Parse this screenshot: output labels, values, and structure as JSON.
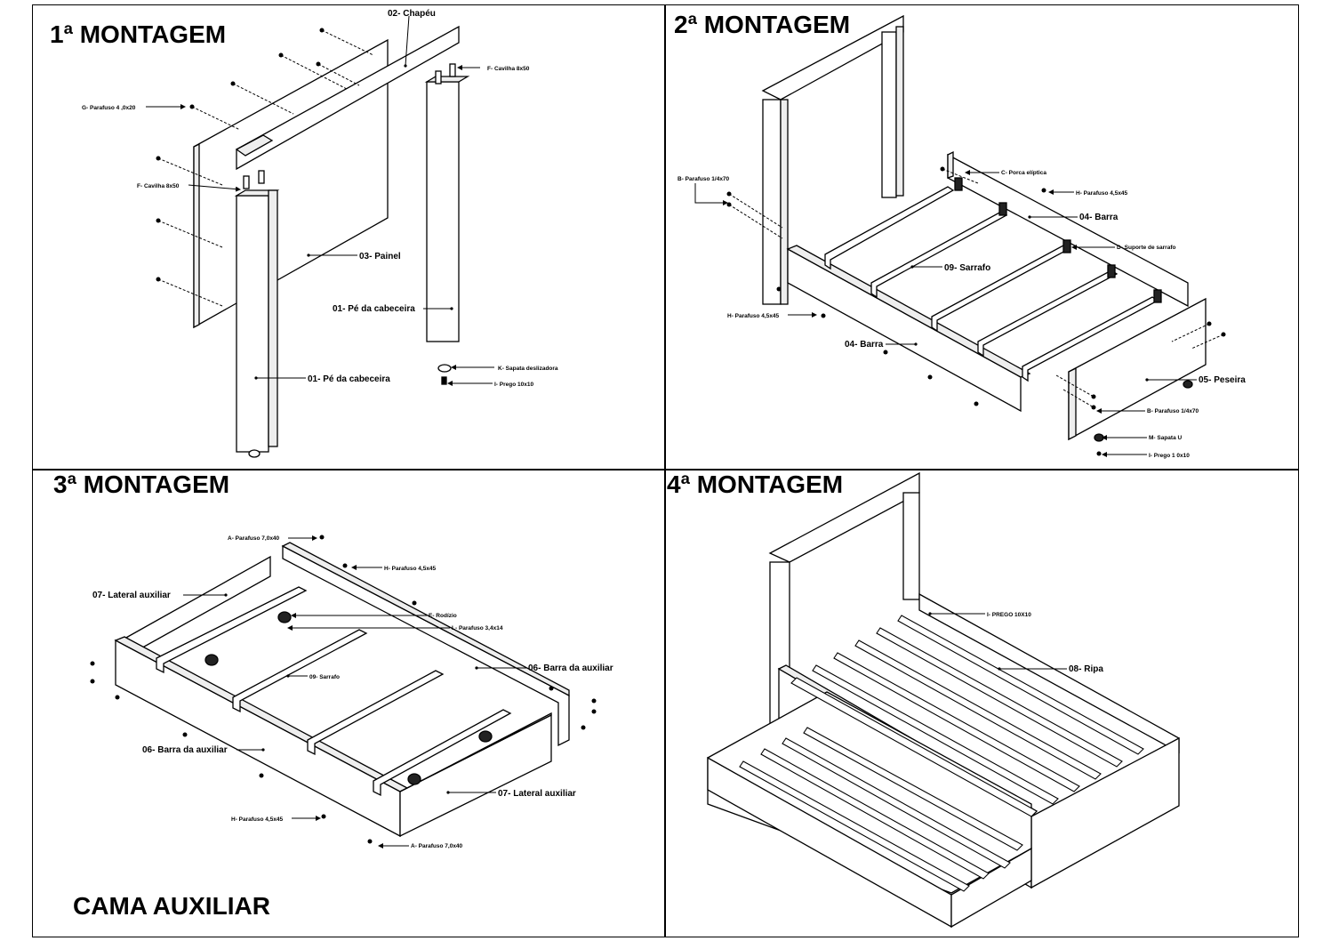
{
  "titles": {
    "q1": "1ª MONTAGEM",
    "q2": "2ª MONTAGEM",
    "q3": "3ª MONTAGEM",
    "q4": "4ª MONTAGEM",
    "footer": "CAMA AUXILIAR"
  },
  "q1": {
    "chapeu": "02- Chapéu",
    "cavilha_top": "F- Cavilha 8x50",
    "parafuso_g": "G- Parafuso 4 ,0x20",
    "cavilha_left": "F- Cavilha 8x50",
    "painel": "03- Painel",
    "pe_right": "01- Pé da cabeceira",
    "pe_left": "01- Pé da cabeceira",
    "sapata": "K- Sapata deslizadora",
    "prego": "I- Prego 10x10"
  },
  "q2": {
    "parafuso_b_left": "B- Parafuso 1/4x70",
    "porca": "C- Porca elíptica",
    "parafuso_h_top": "H- Parafuso 4,5x45",
    "barra_top": "04- Barra",
    "suporte": "D- Suporte de sarrafo",
    "sarrafo": "09- Sarrafo",
    "parafuso_h_left": "H- Parafuso 4,5x45",
    "barra_bottom": "04- Barra",
    "peseira": "05- Peseira",
    "parafuso_b_right": "B- Parafuso 1/4x70",
    "sapata_u": "M- Sapata U",
    "prego": "I- Prego 1 0x10"
  },
  "q3": {
    "parafuso_a_top": "A- Parafuso 7,0x40",
    "parafuso_h_top": "H- Parafuso 4,5x45",
    "lateral_top": "07- Lateral auxiliar",
    "rodizio": "E- Rodízio",
    "parafuso_l": "L- Parafuso 3,4x14",
    "sarrafo": "09- Sarrafo",
    "barra_right": "06- Barra da auxiliar",
    "barra_left": "06- Barra da auxiliar",
    "lateral_bottom": "07- Lateral auxiliar",
    "parafuso_h_bottom": "H- Parafuso 4,5x45",
    "parafuso_a_bottom": "A- Parafuso 7,0x40"
  },
  "q4": {
    "prego": "I- PREGO 10X10",
    "ripa": "08- Ripa"
  }
}
